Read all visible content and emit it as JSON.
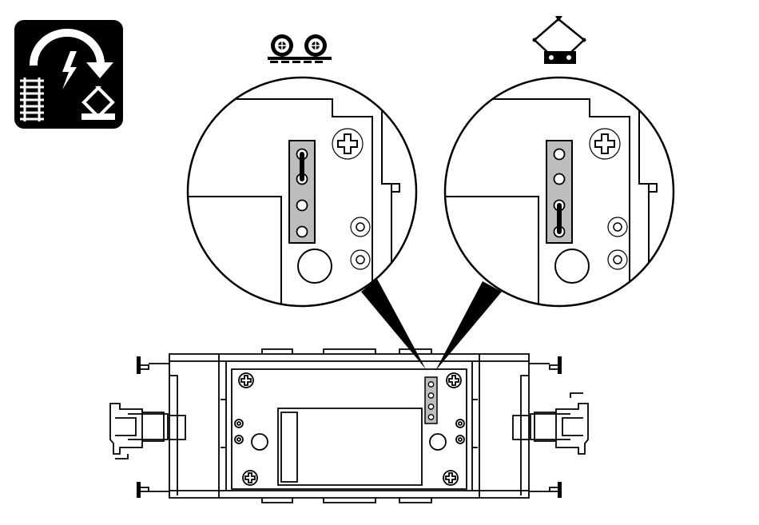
{
  "figure": {
    "type": "technical-illustration",
    "subject": "locomotive-underside-power-selector",
    "colors": {
      "ink": "#000000",
      "paper": "#ffffff",
      "plate": "#bdbdbd"
    }
  },
  "badge": {
    "icon": "power-changeover-icon",
    "parts": [
      "curved-arrow-icon",
      "lightning-bolt-icon",
      "track-icon",
      "pantograph-icon"
    ]
  },
  "options": [
    {
      "id": "track-power",
      "icon": "wheels-on-rail-icon",
      "jumper": "upper-pair"
    },
    {
      "id": "catenary-power",
      "icon": "pantograph-icon",
      "jumper": "lower-pair"
    }
  ],
  "selector": {
    "contacts": 4
  }
}
